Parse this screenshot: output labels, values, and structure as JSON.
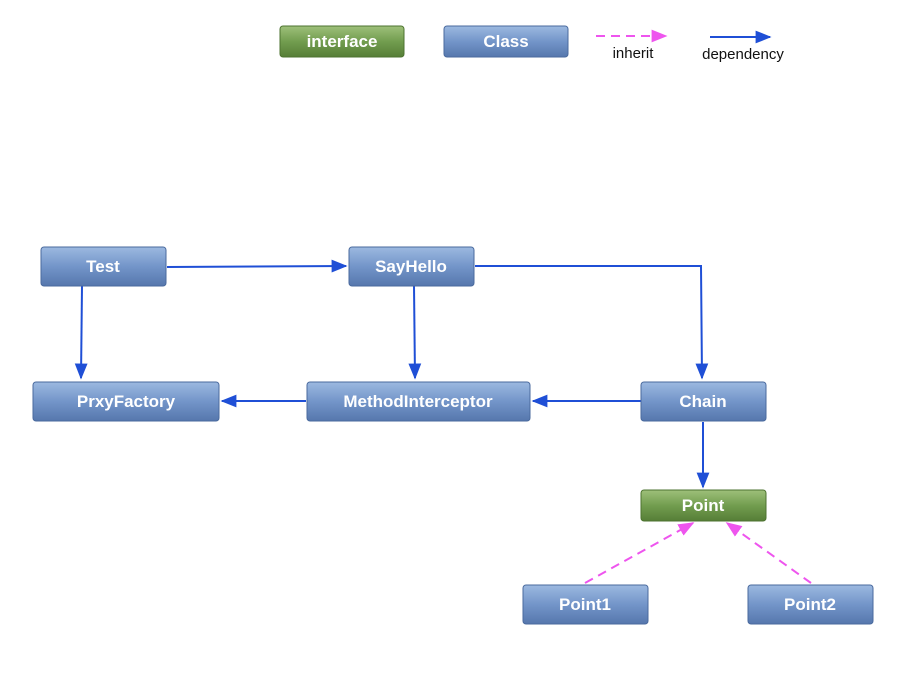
{
  "legend": {
    "interface_label": "interface",
    "class_label": "Class",
    "inherit_label": "inherit",
    "dependency_label": "dependency"
  },
  "nodes": {
    "test": "Test",
    "sayhello": "SayHello",
    "prxyfactory": "PrxyFactory",
    "methodinterceptor": "MethodInterceptor",
    "chain": "Chain",
    "point": "Point",
    "point1": "Point1",
    "point2": "Point2"
  },
  "node_kinds": {
    "test": "class",
    "sayhello": "class",
    "prxyfactory": "class",
    "methodinterceptor": "class",
    "chain": "class",
    "point": "interface",
    "point1": "class",
    "point2": "class"
  },
  "edges": [
    {
      "from": "Test",
      "to": "SayHello",
      "type": "dependency"
    },
    {
      "from": "Test",
      "to": "PrxyFactory",
      "type": "dependency"
    },
    {
      "from": "SayHello",
      "to": "MethodInterceptor",
      "type": "dependency"
    },
    {
      "from": "SayHello",
      "to": "Chain",
      "type": "dependency"
    },
    {
      "from": "MethodInterceptor",
      "to": "PrxyFactory",
      "type": "dependency"
    },
    {
      "from": "Chain",
      "to": "MethodInterceptor",
      "type": "dependency"
    },
    {
      "from": "Chain",
      "to": "Point",
      "type": "dependency"
    },
    {
      "from": "Point1",
      "to": "Point",
      "type": "inherit"
    },
    {
      "from": "Point2",
      "to": "Point",
      "type": "inherit"
    }
  ],
  "colors": {
    "class_fill": "#6f93c8",
    "interface_fill": "#6f9a4d",
    "dependency": "#1f4fd6",
    "inherit": "#ee55ee"
  }
}
